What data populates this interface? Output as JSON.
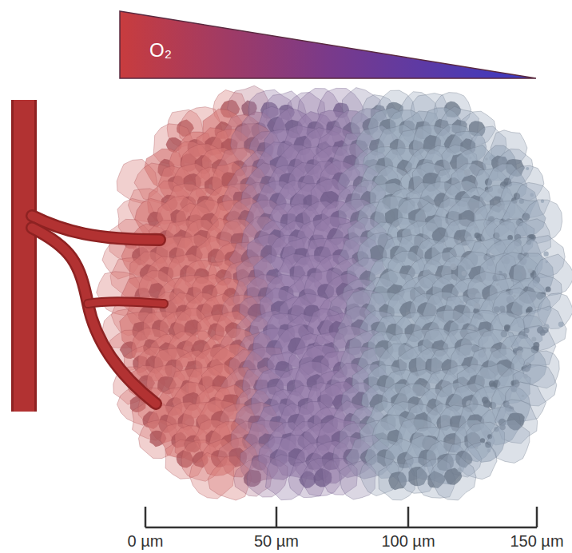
{
  "diagram": {
    "nodes": [
      {
        "text": [
          "O₂"
        ]
      }
    ],
    "labels": [
      "0 µm",
      "50 µm",
      "100 µm",
      "150 µm"
    ]
  }
}
